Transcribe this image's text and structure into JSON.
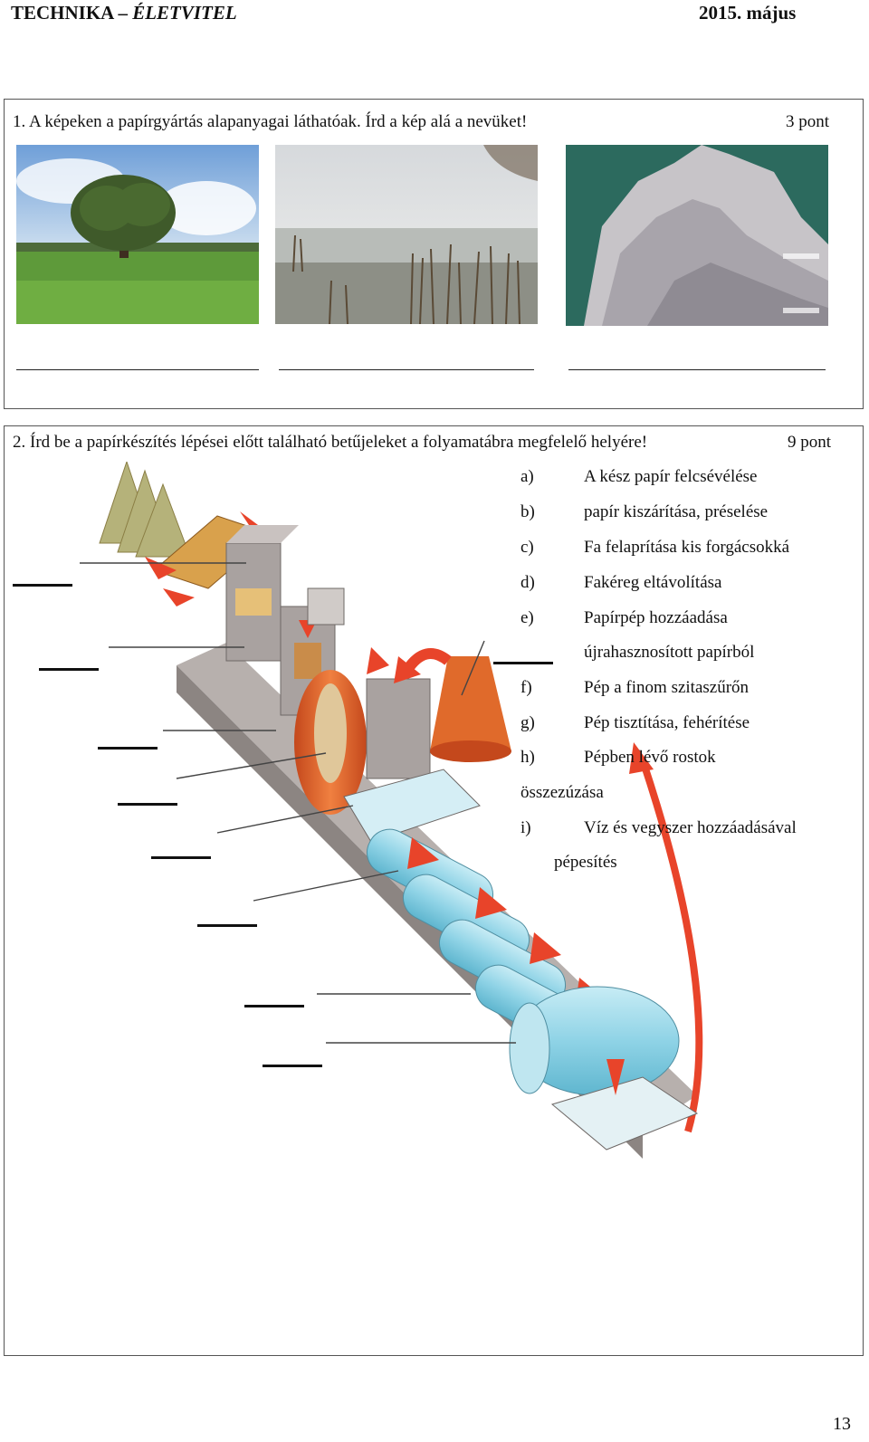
{
  "header": {
    "subject": "TECHNIKA – ",
    "subject_italic": "ÉLETVITEL",
    "date": "2015. május"
  },
  "q1": {
    "text": "1.  A képeken a papírgyártás alapanyagai láthatóak. Írd a kép alá a nevüket!",
    "points": "3 pont",
    "photos": [
      "tree-photo",
      "reed-lake-photo",
      "waste-paper-pile-photo"
    ]
  },
  "q2": {
    "text": "2.  Írd be a papírkészítés lépései előtt található betűjeleket a folyamatábra megfelelő helyére!",
    "points": "9 pont",
    "steps": [
      {
        "letter": "a)",
        "text": "A kész papír felcsévélése"
      },
      {
        "letter": "b)",
        "text": "papír kiszárítása, préselése"
      },
      {
        "letter": "c)",
        "text": "Fa felaprítása kis forgácsokká"
      },
      {
        "letter": "d)",
        "text": "Fakéreg eltávolítása"
      },
      {
        "letter": "e)",
        "text": "Papírpép hozzáadása"
      },
      {
        "letter": "",
        "text": "újrahasznosított papírból"
      },
      {
        "letter": "f)",
        "text": "Pép a finom szitaszűrőn"
      },
      {
        "letter": "g)",
        "text": "Pép tisztítása, fehérítése"
      },
      {
        "letter": "h)",
        "text": "Pépben lévő rostok"
      },
      {
        "letter": "",
        "text": "összezúzása"
      },
      {
        "letter": "i)",
        "text": "Víz és vegyszer hozzáadásával"
      },
      {
        "letter": "",
        "text": "pépesítés"
      }
    ]
  },
  "page_number": "13",
  "colors": {
    "arrow": "#e8442a",
    "machine": "#a9a2a0",
    "paper_blue": "#8fd3e6",
    "boiler": "#e06a2b"
  }
}
